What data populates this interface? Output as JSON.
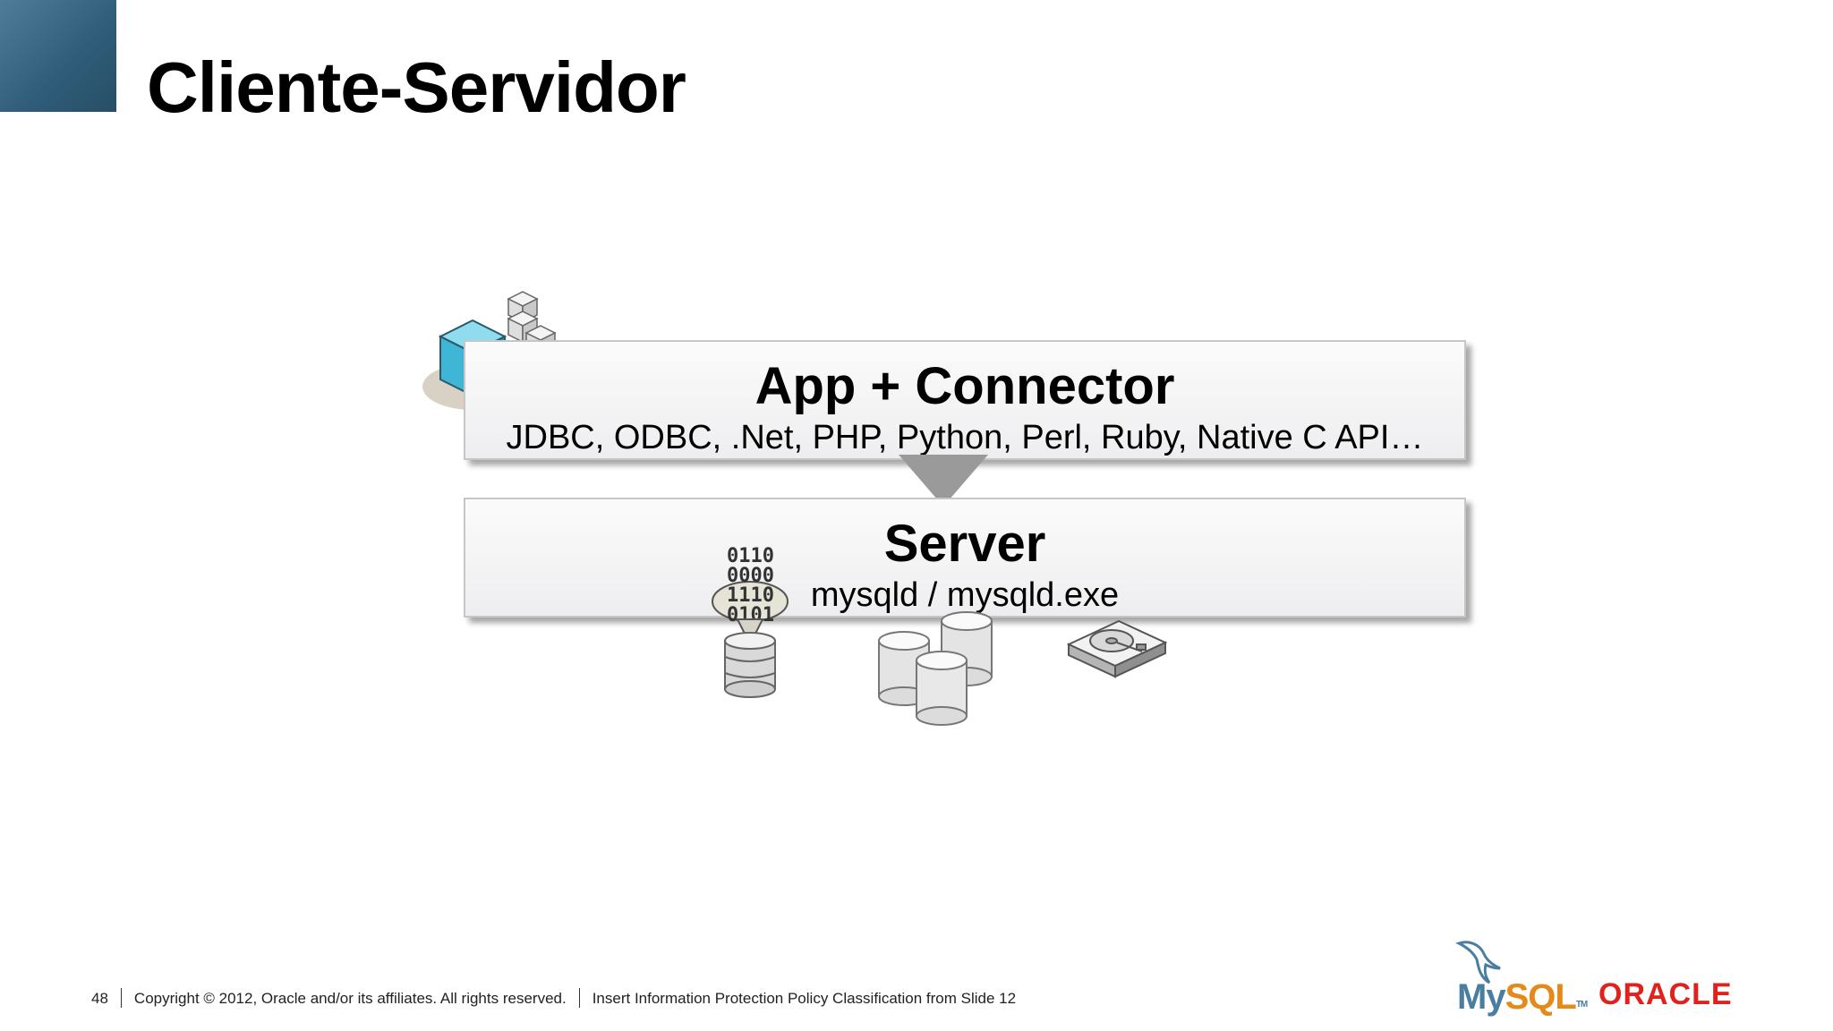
{
  "slide": {
    "title": "Cliente-Servidor",
    "accent_color": "#2f5c78"
  },
  "diagram": {
    "client_box": {
      "title": "App + Connector",
      "subtitle": "JDBC, ODBC, .Net, PHP, Python, Perl, Ruby, Native C API…"
    },
    "server_box": {
      "title": "Server",
      "subtitle": "mysqld / mysqld.exe"
    },
    "binary_digits": [
      "0110",
      "0000",
      "1110",
      "0101"
    ],
    "icons": [
      "client-cube-icon",
      "down-arrow-icon",
      "database-filter-icon",
      "database-cluster-icon",
      "hard-disk-icon"
    ]
  },
  "footer": {
    "page_number": "48",
    "copyright": "Copyright © 2012, Oracle and/or its affiliates. All rights reserved.",
    "classification": "Insert Information Protection Policy Classification from Slide 12"
  },
  "logos": {
    "mysql_my": "My",
    "mysql_sql": "SQL",
    "mysql_tm": "TM",
    "oracle": "ORACLE",
    "mysql_blue": "#4a7ea0",
    "mysql_orange": "#e38a1a",
    "oracle_red": "#e2211c"
  }
}
